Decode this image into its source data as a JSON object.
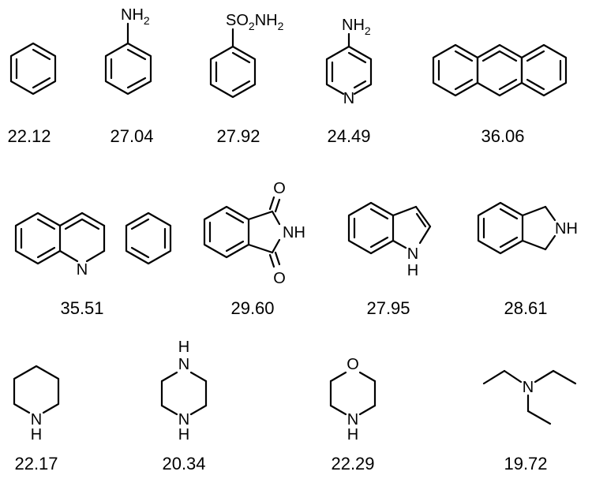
{
  "compounds": [
    {
      "id": "benzene",
      "value": "22.12"
    },
    {
      "id": "aniline",
      "value": "27.04",
      "label_main": "NH",
      "label_sub": "2"
    },
    {
      "id": "benzenesulfonamide",
      "value": "27.92",
      "label_a": "SO",
      "label_a_sub": "2",
      "label_b": "NH",
      "label_b_sub": "2"
    },
    {
      "id": "4-aminopyridine",
      "value": "24.49",
      "label_main": "NH",
      "label_sub": "2",
      "ring_n": "N"
    },
    {
      "id": "anthracene",
      "value": "36.06"
    },
    {
      "id": "acridine",
      "value": "35.51",
      "ring_n": "N"
    },
    {
      "id": "phthalimide",
      "value": "29.60",
      "o_top": "O",
      "o_bottom": "O",
      "nh": "NH"
    },
    {
      "id": "indole",
      "value": "27.95",
      "n": "N",
      "h": "H"
    },
    {
      "id": "isoindoline",
      "value": "28.61",
      "nh": "NH"
    },
    {
      "id": "piperidine",
      "value": "22.17",
      "n": "N",
      "h": "H"
    },
    {
      "id": "piperazine",
      "value": "20.34",
      "n_top": "N",
      "h_top": "H",
      "n_bottom": "N",
      "h_bottom": "H"
    },
    {
      "id": "morpholine",
      "value": "22.29",
      "o": "O",
      "n": "N",
      "h": "H"
    },
    {
      "id": "triethylamine",
      "value": "19.72",
      "n": "N"
    }
  ]
}
